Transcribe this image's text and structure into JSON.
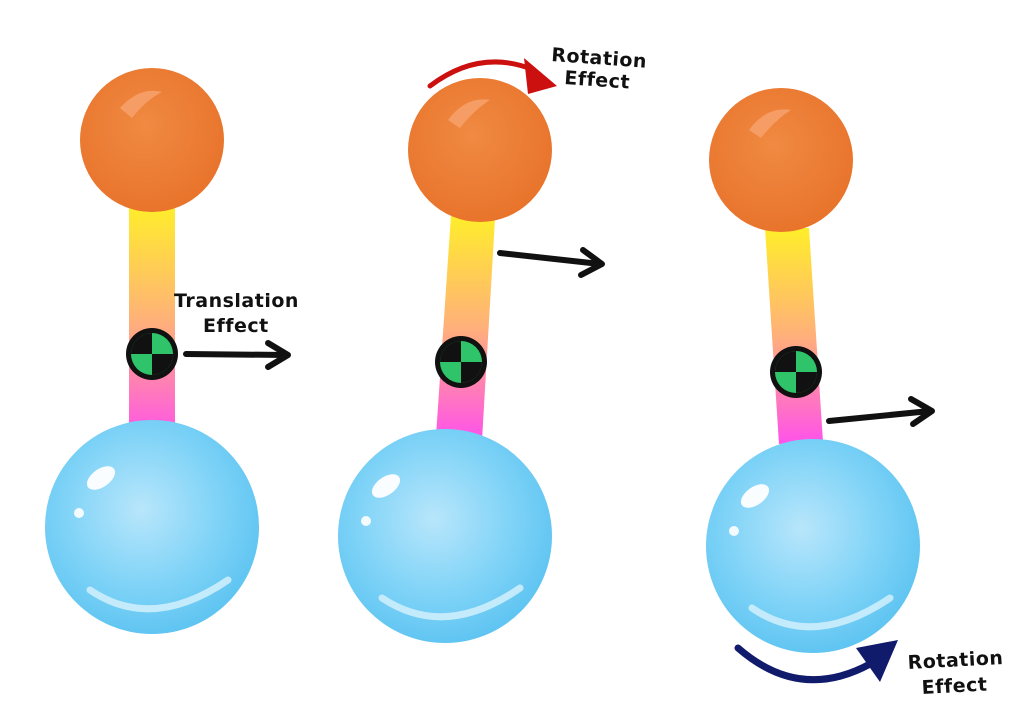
{
  "labels": {
    "translation_line1": "Translation",
    "translation_line2": "Effect",
    "rotation_top_line1": "Rotation",
    "rotation_top_line2": "Effect",
    "rotation_bottom_line1": "Rotation",
    "rotation_bottom_line2": "Effect"
  },
  "colors": {
    "small_sphere": "#ee7d33",
    "small_sphere_dark": "#d9641d",
    "large_sphere": "#6dcdf5",
    "large_sphere_light": "#bfe9fb",
    "rod_top": "#ffee2a",
    "rod_bottom": "#ff52eb",
    "com_green": "#2fc46a",
    "com_black": "#111111",
    "arrow_black": "#111111",
    "arrow_red": "#cc1010",
    "arrow_navy": "#111b6b"
  },
  "icons": {
    "center_of_mass": "center-of-mass-icon",
    "translation_arrow": "arrow-right-icon",
    "rotation_arrow": "curved-arrow-icon"
  }
}
